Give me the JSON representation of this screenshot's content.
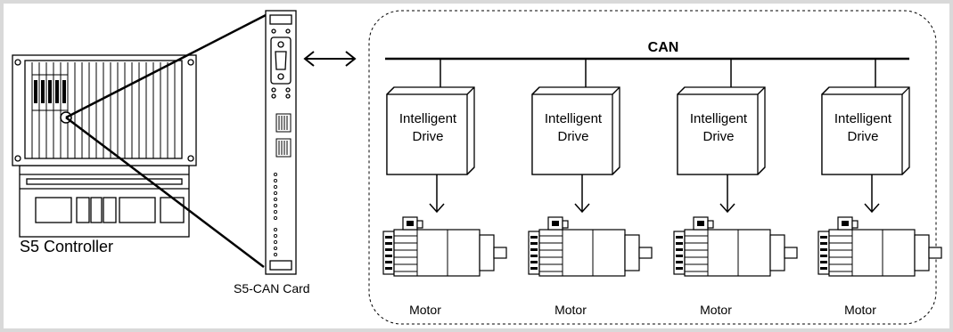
{
  "frame_color": "#d9d9d9",
  "bus_label": "CAN",
  "controller_label": "S5 Controller",
  "card_label": "S5-CAN Card",
  "drives": [
    {
      "line1": "Intelligent",
      "line2": "Drive",
      "motor_label": "Motor"
    },
    {
      "line1": "Intelligent",
      "line2": "Drive",
      "motor_label": "Motor"
    },
    {
      "line1": "Intelligent",
      "line2": "Drive",
      "motor_label": "Motor"
    },
    {
      "line1": "Intelligent",
      "line2": "Drive",
      "motor_label": "Motor"
    }
  ]
}
